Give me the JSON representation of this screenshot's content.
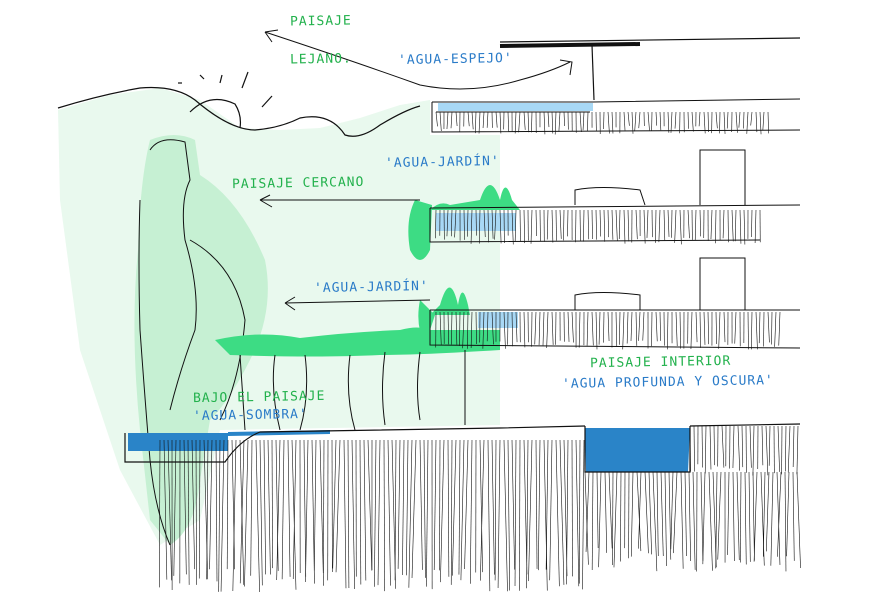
{
  "title": "Architectural section sketch – water and landscape",
  "colors": {
    "ink": "#111111",
    "landscape_green_label": "#22b14c",
    "water_blue_label": "#2a7bc8",
    "pale_green_wash": "#e9f9ee",
    "mid_green_wash": "#c6f0d3",
    "vegetation_green": "#3ddc84",
    "shallow_water": "#a8d8f5",
    "deep_water": "#2a84c8"
  },
  "annotations": [
    {
      "id": "paisaje-lejano-1",
      "text": "PAISAJE",
      "color": "green"
    },
    {
      "id": "paisaje-lejano-2",
      "text": "LEJANO.",
      "color": "green"
    },
    {
      "id": "agua-espejo",
      "text": "'AGUA-ESPEJO'",
      "color": "blue"
    },
    {
      "id": "agua-jardin-upper",
      "text": "'AGUA-JARDÍN'",
      "color": "blue"
    },
    {
      "id": "paisaje-cercano",
      "text": "PAISAJE CERCANO",
      "color": "green"
    },
    {
      "id": "agua-jardin-lower",
      "text": "'AGUA-JARDÍN'",
      "color": "blue"
    },
    {
      "id": "paisaje-interior",
      "text": "PAISAJE INTERIOR",
      "color": "green"
    },
    {
      "id": "agua-profunda",
      "text": "'AGUA PROFUNDA Y OSCURA'",
      "color": "blue"
    },
    {
      "id": "bajo-el-paisaje",
      "text": "BAJO EL PAISAJE",
      "color": "green"
    },
    {
      "id": "agua-sombra",
      "text": "'AGUA-SOMBRA'",
      "color": "blue"
    }
  ],
  "elements": {
    "levels": [
      "roof terrace with mirror pool",
      "middle level with garden pool",
      "lower level with garden pool",
      "ground level with shadow pool and deep interior pool"
    ]
  }
}
